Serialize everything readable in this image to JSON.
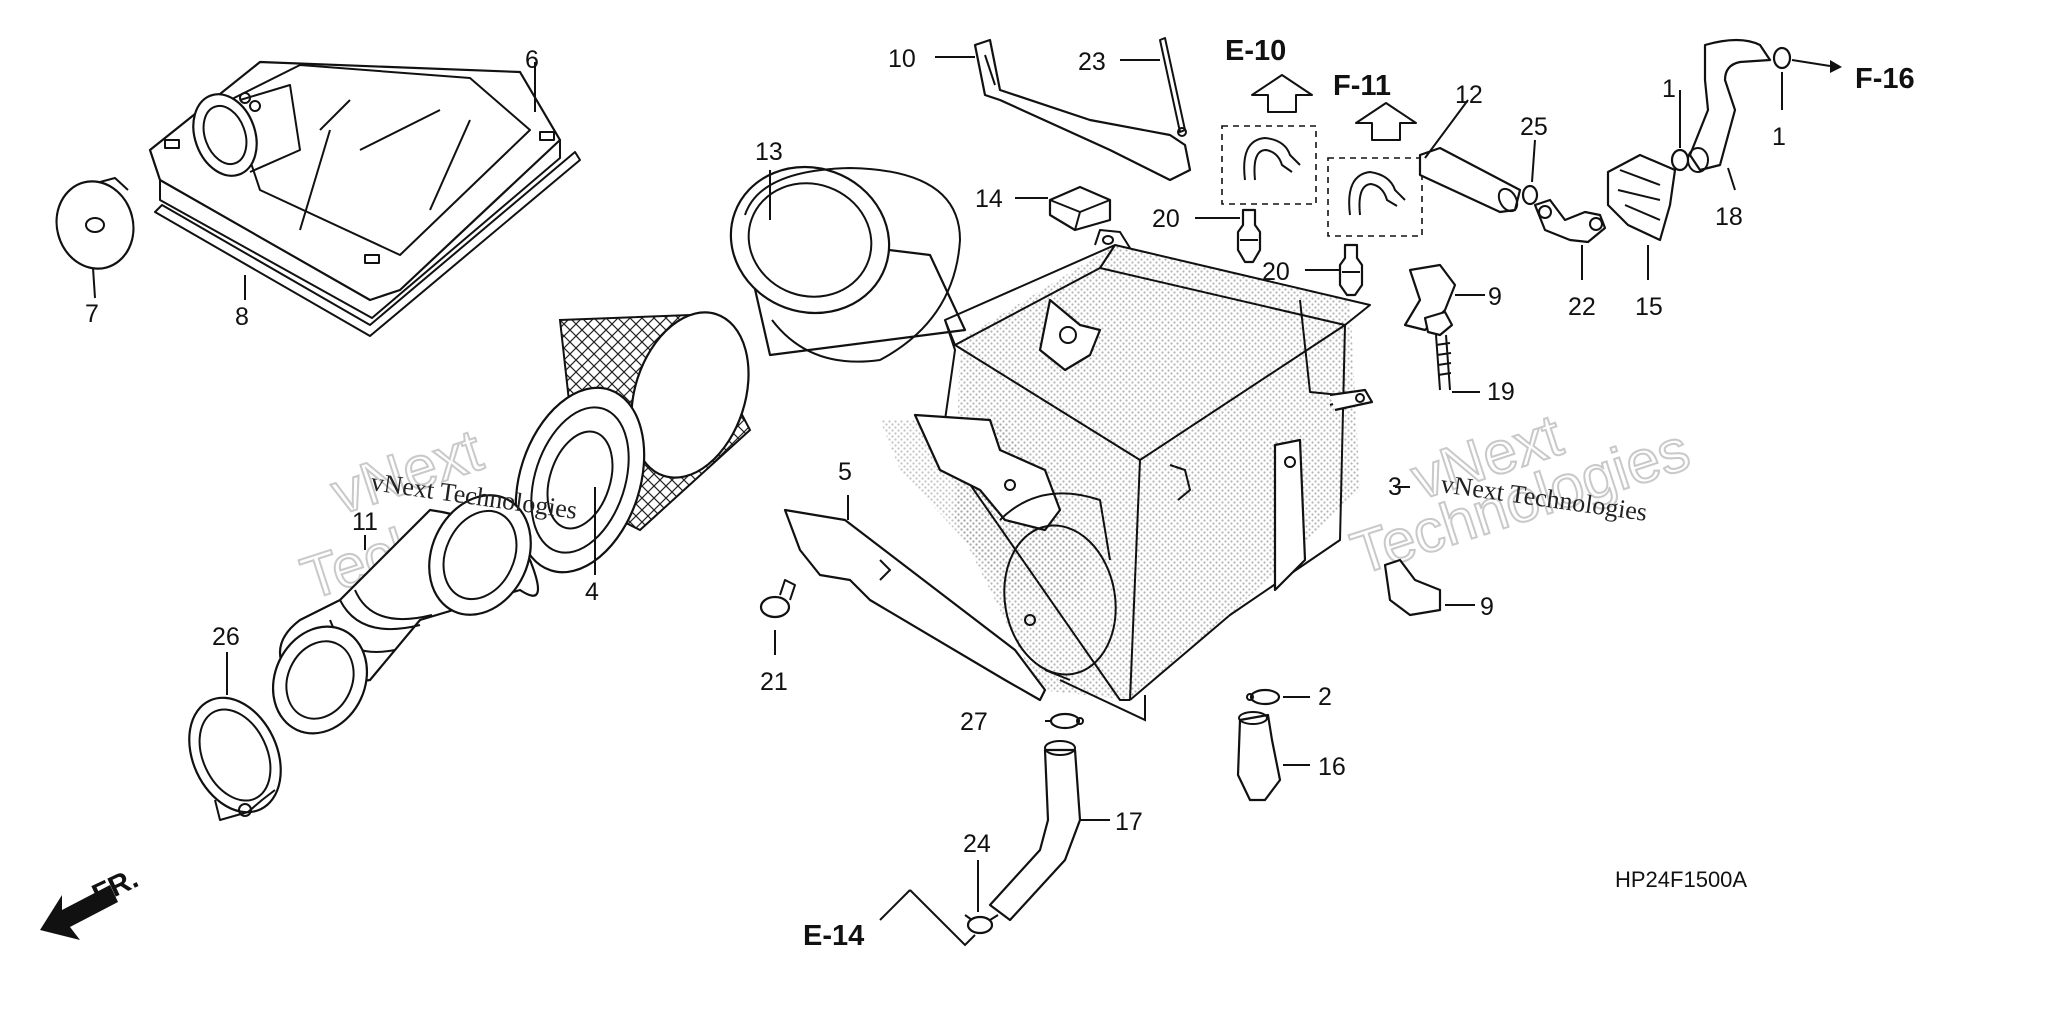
{
  "diagram_code": "HP24F1500A",
  "front_indicator": "FR.",
  "watermark": {
    "text": "vNext Technologies",
    "outline_words": [
      "vNext",
      "Technologies"
    ]
  },
  "references": [
    "E-10",
    "F-11",
    "F-16",
    "E-14"
  ],
  "callouts": {
    "p1a": "1",
    "p1b": "1",
    "p2": "2",
    "p3": "3",
    "p4": "4",
    "p5": "5",
    "p6": "6",
    "p7": "7",
    "p8": "8",
    "p9a": "9",
    "p9b": "9",
    "p10": "10",
    "p11": "11",
    "p12": "12",
    "p13": "13",
    "p14": "14",
    "p15": "15",
    "p16": "16",
    "p17": "17",
    "p18": "18",
    "p19": "19",
    "p20a": "20",
    "p20b": "20",
    "p21": "21",
    "p22": "22",
    "p23": "23",
    "p24": "24",
    "p25": "25",
    "p26": "26",
    "p27": "27"
  }
}
